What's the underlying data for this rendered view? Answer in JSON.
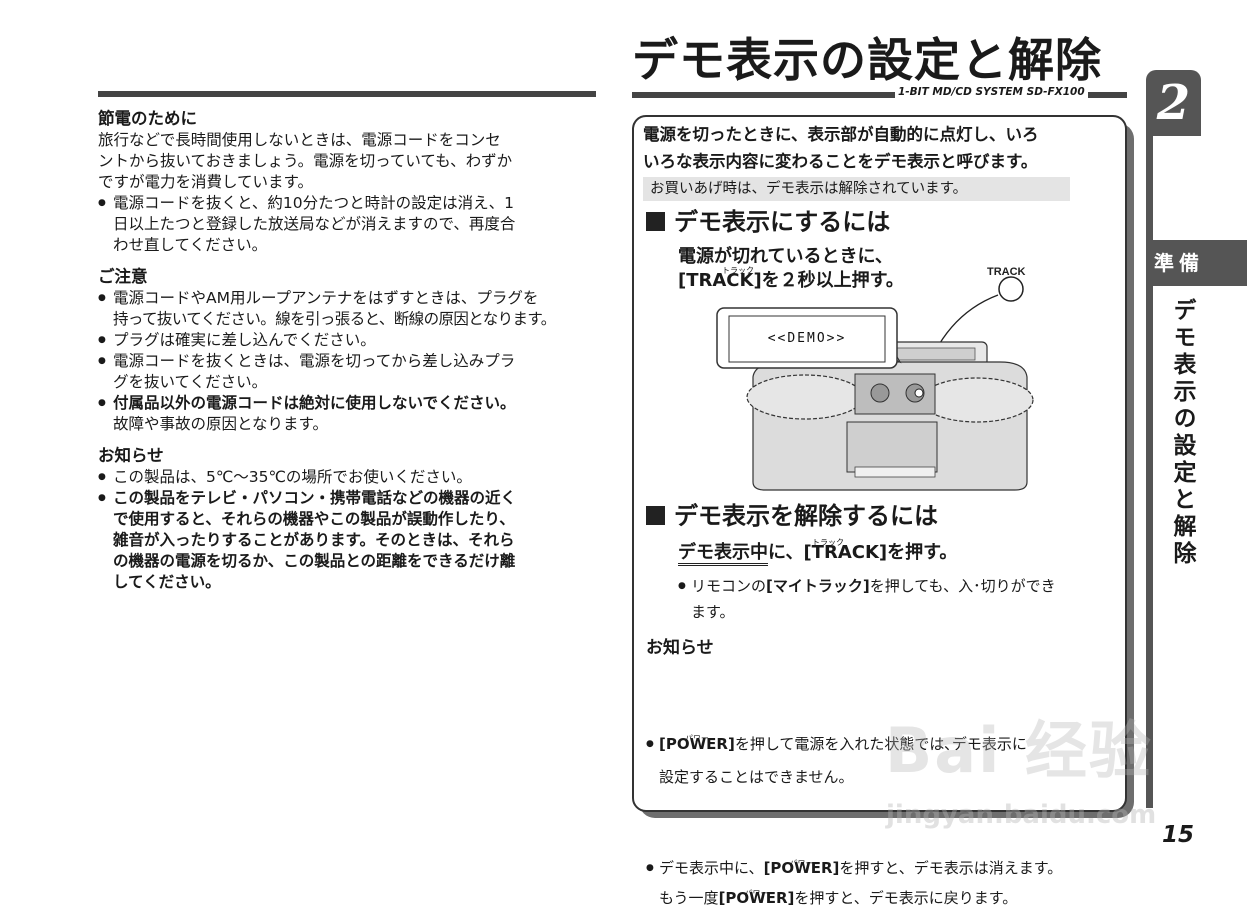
{
  "left": {
    "s1_head": "節電のために",
    "s1_p1": "旅行などで長時間使用しないときは、電源コードをコンセ",
    "s1_p2": "ントから抜いておきましょう。電源を切っていても、わずか",
    "s1_p3": "ですが電力を消費しています。",
    "s1_b1_l1": "電源コードを抜くと、約10分たつと時計の設定は消え、1",
    "s1_b1_l2": "日以上たつと登録した放送局などが消えますので、再度合",
    "s1_b1_l3": "わせ直してください。",
    "s2_head": "ご注意",
    "s2_b1_l1": "電源コードやAM用ループアンテナをはずすときは、プラグを",
    "s2_b1_l2": "持って抜いてください。線を引っ張ると、断線の原因となります。",
    "s2_b2": "プラグは確実に差し込んでください。",
    "s2_b3_l1": "電源コードを抜くときは、電源を切ってから差し込みプラ",
    "s2_b3_l2": "グを抜いてください。",
    "s2_b4_l1": "付属品以外の電源コードは絶対に使用しないでください。",
    "s2_b4_l2": "故障や事故の原因となります。",
    "s3_head": "お知らせ",
    "s3_b1": "この製品は、5℃～35℃の場所でお使いください。",
    "s3_b2_l1": "この製品をテレビ・パソコン・携帯電話などの機器の近く",
    "s3_b2_l2": "で使用すると、それらの機器やこの製品が誤動作したり、",
    "s3_b2_l3": "雑音が入ったりすることがあります。そのときは、それら",
    "s3_b2_l4": "の機器の電源を切るか、この製品との距離をできるだけ離",
    "s3_b2_l5": "してください。"
  },
  "header": {
    "title": "デモ表示の設定と解除",
    "model": "1-BIT MD/CD SYSTEM  SD-FX100"
  },
  "box": {
    "intro_l1": "電源を切ったときに、表示部が自動的に点灯し、いろ",
    "intro_l2": "いろな表示内容に変わることをデモ表示と呼びます。",
    "note": "お買いあげ時は、デモ表示は解除されています。",
    "h_set": "デモ表示にするには",
    "set_l1": "電源が切れているときに、",
    "set_l2_pre": "[TRACK]を２秒以上押す。",
    "ruby_track": "トラック",
    "track_label": "TRACK",
    "demo_display": "<<DEMO>>",
    "h_cancel": "デモ表示を解除するには",
    "cancel_pre": "デモ表示中",
    "cancel_post": "に、[TRACK]を押す。",
    "cancel_b1_l1_pre": "リモコンの",
    "cancel_b1_l1_bold": "[マイトラック]",
    "cancel_b1_l1_post": "を押しても、入･切りができ",
    "cancel_b1_l2": "ます。",
    "notice_head": "お知らせ",
    "ruby_power": "パワー",
    "n1_l1_bold": "[POWER]",
    "n1_l1_post": "を押して電源を入れた状態では､デモ表示に",
    "n1_l2": "設定することはできません。",
    "n2_l1_pre": "デモ表示中に、",
    "n2_l1_bold": "[POWER]",
    "n2_l1_post": "を押すと、デモ表示は消えます。",
    "n2_l2_pre": "もう一度",
    "n2_l2_bold": "[POWER]",
    "n2_l2_post": "を押すと、デモ表示に戻ります。"
  },
  "tab": {
    "chapter": "2",
    "section": "準備",
    "vertical": "デモ表示の設定と解除"
  },
  "page_number": "15",
  "watermark": {
    "main": "Bai 经验",
    "url": "jingyan.baidu.com"
  }
}
